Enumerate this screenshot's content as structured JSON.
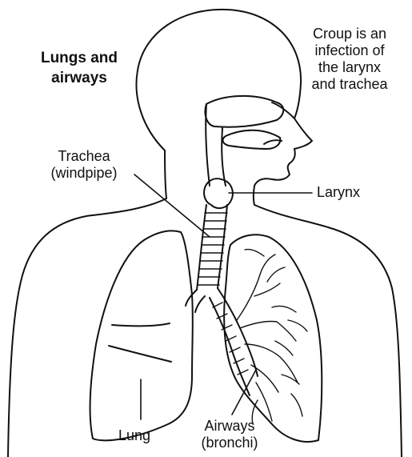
{
  "title": [
    "Lungs and",
    "airways"
  ],
  "note": [
    "Croup is an",
    "infection of",
    "the larynx",
    "and trachea"
  ],
  "labels": {
    "trachea": [
      "Trachea",
      "(windpipe)"
    ],
    "larynx": "Larynx",
    "lung": "Lung",
    "airways": [
      "Airways",
      "(bronchi)"
    ]
  },
  "colors": {
    "ink": "#111111",
    "background": "#ffffff"
  }
}
